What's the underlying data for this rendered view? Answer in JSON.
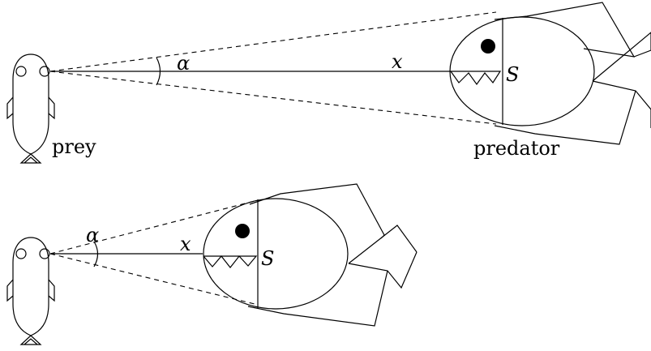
{
  "top": {
    "angle_label": "α",
    "distance_label": "x",
    "point_label": "S",
    "prey_label": "prey",
    "predator_label": "predator"
  },
  "bottom": {
    "angle_label": "α",
    "distance_label": "x",
    "point_label": "S"
  },
  "colors": {
    "stroke": "#000000",
    "background": "#ffffff"
  }
}
